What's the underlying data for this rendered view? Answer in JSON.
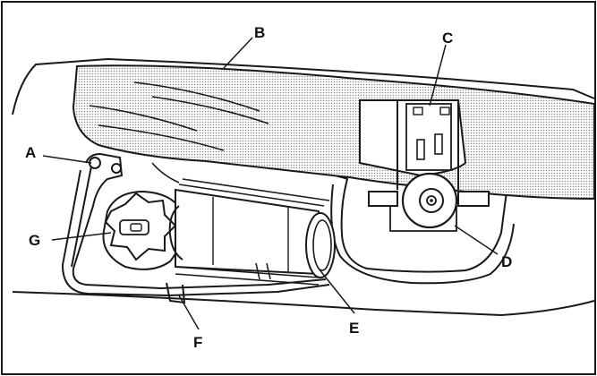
{
  "diagram": {
    "callouts": {
      "a": "A",
      "b": "B",
      "c": "C",
      "d": "D",
      "e": "E",
      "f": "F",
      "g": "G"
    },
    "colors": {
      "line": "#1a1a1a",
      "stipple": "#8c8c8c",
      "background": "#ffffff"
    }
  }
}
